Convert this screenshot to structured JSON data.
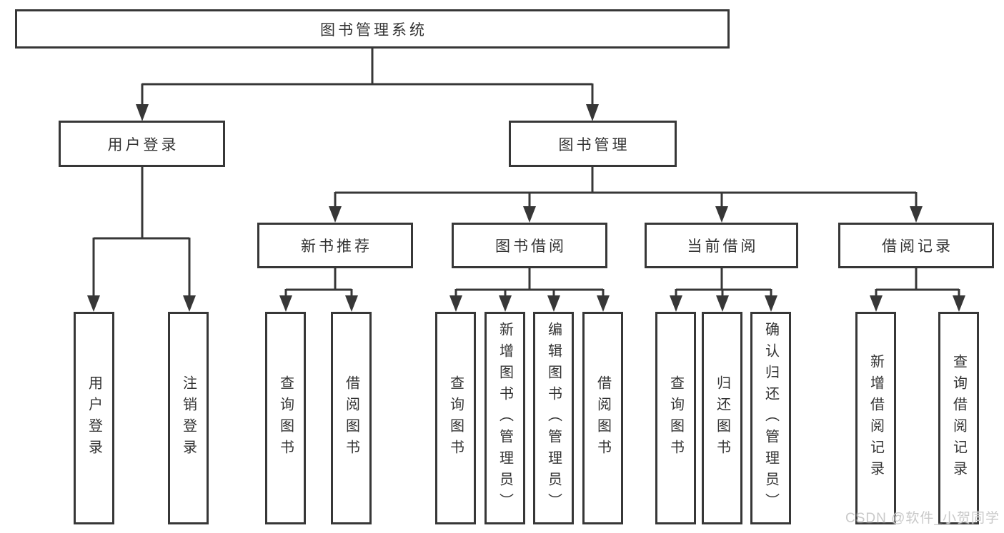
{
  "diagram": {
    "root": {
      "label": "图书管理系统"
    },
    "login": {
      "label": "用户登录",
      "children": [
        {
          "label": "用户登录"
        },
        {
          "label": "注销登录"
        }
      ]
    },
    "manage": {
      "label": "图书管理",
      "children": [
        {
          "label": "新书推荐",
          "children": [
            {
              "label": "查询图书"
            },
            {
              "label": "借阅图书"
            }
          ]
        },
        {
          "label": "图书借阅",
          "children": [
            {
              "label": "查询图书"
            },
            {
              "label": "新增图书（管理员）"
            },
            {
              "label": "编辑图书（管理员）"
            },
            {
              "label": "借阅图书"
            }
          ]
        },
        {
          "label": "当前借阅",
          "children": [
            {
              "label": "查询图书"
            },
            {
              "label": "归还图书"
            },
            {
              "label": "确认归还（管理员）"
            }
          ]
        },
        {
          "label": "借阅记录",
          "children": [
            {
              "label": "新增借阅记录"
            },
            {
              "label": "查询借阅记录"
            }
          ]
        }
      ]
    }
  },
  "watermark": {
    "text": "CSDN @软件_小贺同学"
  },
  "colors": {
    "line": "#373737",
    "box_border": "#373737",
    "text": "#333333",
    "watermark": "#c9c9c9",
    "background": "#ffffff"
  }
}
